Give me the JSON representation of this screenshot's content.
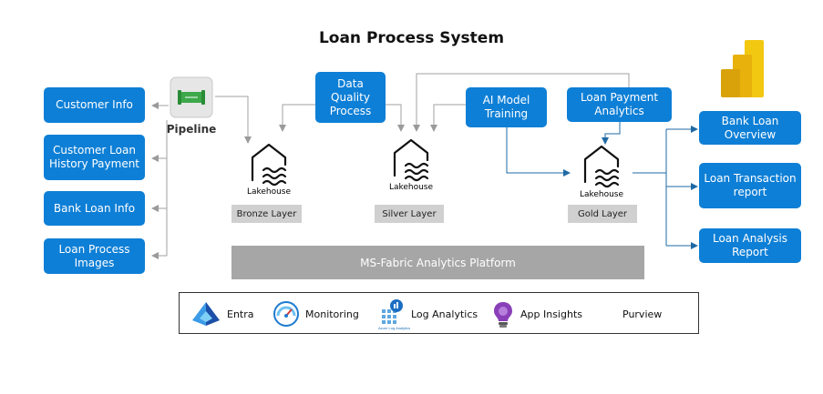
{
  "title": "Loan Process System",
  "sources": [
    {
      "label": "Customer Info"
    },
    {
      "label": "Customer Loan History Payment"
    },
    {
      "label": "Bank Loan Info"
    },
    {
      "label": "Loan Process Images"
    }
  ],
  "pipeline": {
    "label": "Pipeline"
  },
  "processes": {
    "data_quality": "Data Quality Process",
    "ai_model": "AI Model Training",
    "loan_payment": "Loan Payment Analytics"
  },
  "lakehouses": [
    {
      "label": "Lakehouse",
      "layer": "Bronze Layer"
    },
    {
      "label": "Lakehouse",
      "layer": "Silver Layer"
    },
    {
      "label": "Lakehouse",
      "layer": "Gold Layer"
    }
  ],
  "platform": "MS-Fabric Analytics Platform",
  "reports": [
    {
      "label": "Bank Loan Overview"
    },
    {
      "label": "Loan Transaction report"
    },
    {
      "label": "Loan Analysis Report"
    }
  ],
  "legend": [
    {
      "label": "Entra",
      "icon": "entra-icon"
    },
    {
      "label": "Monitoring",
      "icon": "monitoring-icon"
    },
    {
      "label": "Log Analytics",
      "icon": "log-analytics-icon",
      "caption": "Azure Log Analytics"
    },
    {
      "label": "App Insights",
      "icon": "app-insights-icon"
    },
    {
      "label": "Purview",
      "icon": ""
    }
  ],
  "colors": {
    "box_blue": "#0e7fd6",
    "layer_gray": "#d0d0d0",
    "platform_gray": "#a6a6a6",
    "arrow_gray": "#a0a0a0",
    "arrow_blue": "#1f6aa5",
    "powerbi_yellow": "#f2c811"
  }
}
